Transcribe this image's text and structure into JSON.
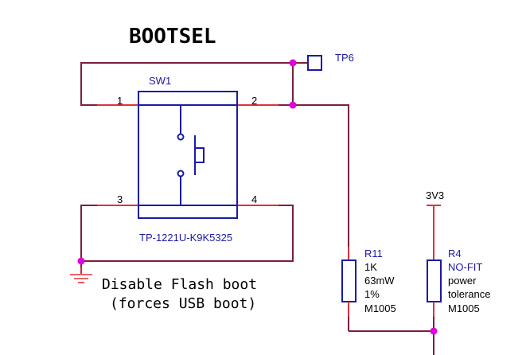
{
  "title": "BOOTSEL",
  "switch": {
    "ref": "SW1",
    "part": "TP-1221U-K9K5325",
    "pins": [
      "1",
      "2",
      "3",
      "4"
    ]
  },
  "testpoint": {
    "ref": "TP6"
  },
  "r11": {
    "ref": "R11",
    "value": "1K",
    "power": "63mW",
    "tolerance": "1%",
    "package": "M1005"
  },
  "r4": {
    "ref": "R4",
    "value": "NO-FIT",
    "line3": "power",
    "line4": "tolerance",
    "package": "M1005"
  },
  "rail": {
    "name": "3V3"
  },
  "note": {
    "line1": "Disable Flash boot",
    "line2": "(forces USB boot)"
  },
  "colors": {
    "wire": "#7a1f3d",
    "pin": "#e0303a",
    "component": "#1a1aa6",
    "junction": "#e000e0"
  }
}
